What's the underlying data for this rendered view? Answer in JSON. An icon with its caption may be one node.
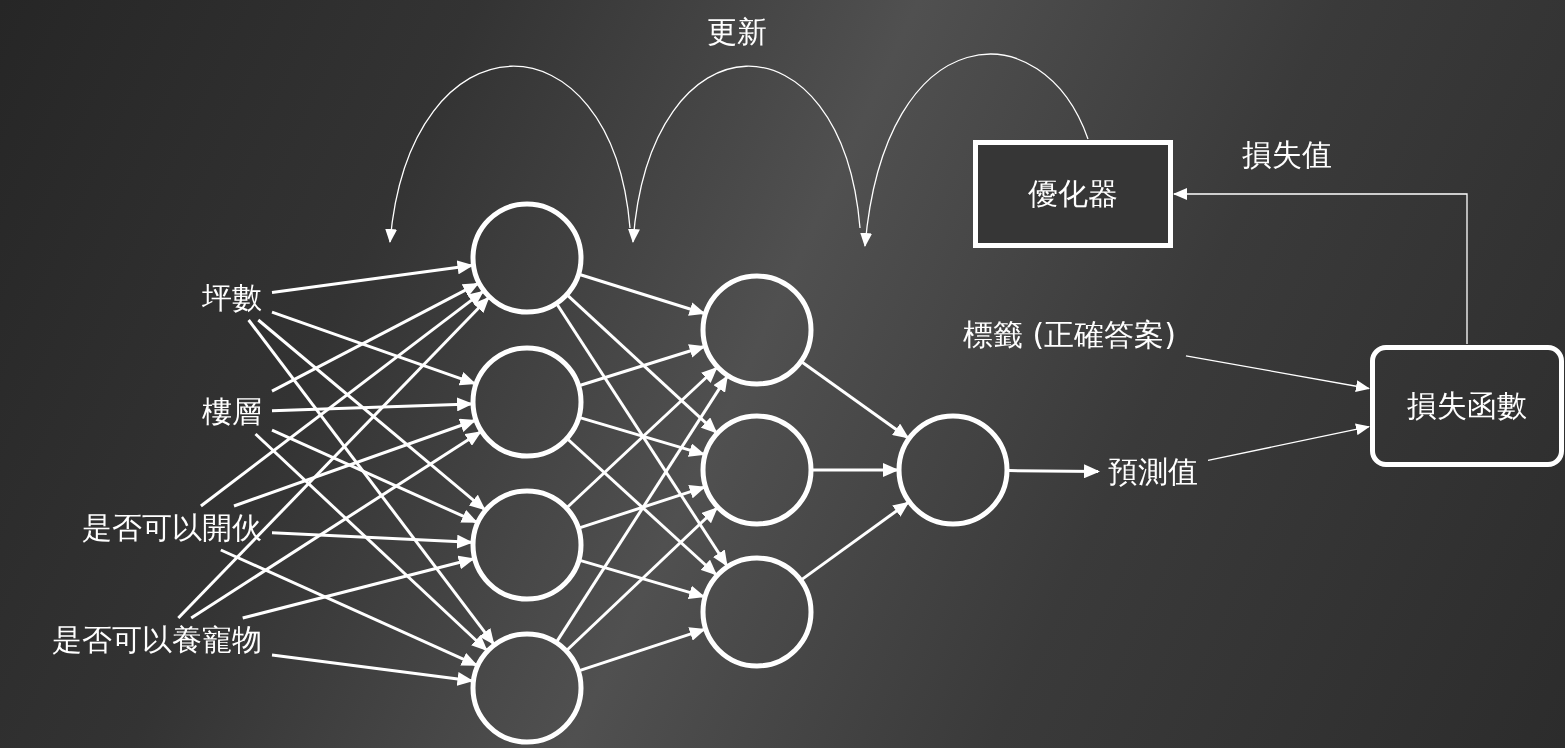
{
  "diagram": {
    "nodes": [
      {
        "text": [
          "坪數"
        ]
      },
      {
        "text": [
          "樓層"
        ]
      },
      {
        "text": [
          "是否可以開伙"
        ]
      },
      {
        "text": [
          "是否可以養寵物"
        ]
      },
      {
        "text": [],
        "shape": "circle"
      },
      {
        "text": [],
        "shape": "circle"
      },
      {
        "text": [],
        "shape": "circle"
      },
      {
        "text": [],
        "shape": "circle"
      },
      {
        "text": [],
        "shape": "circle"
      },
      {
        "text": [],
        "shape": "circle"
      },
      {
        "text": [],
        "shape": "circle"
      },
      {
        "text": [],
        "shape": "circle"
      },
      {
        "text": [
          "預測值"
        ]
      },
      {
        "text": [
          "標籤 (正確答案)"
        ]
      },
      {
        "text": [
          "損失函數"
        ]
      },
      {
        "text": [
          "優化器"
        ]
      }
    ],
    "edges": [
      {
        "from": 0,
        "to": 4,
        "arrow": "to"
      },
      {
        "from": 0,
        "to": 5,
        "arrow": "to"
      },
      {
        "from": 0,
        "to": 6,
        "arrow": "to"
      },
      {
        "from": 0,
        "to": 7,
        "arrow": "to"
      },
      {
        "from": 1,
        "to": 4,
        "arrow": "to"
      },
      {
        "from": 1,
        "to": 5,
        "arrow": "to"
      },
      {
        "from": 1,
        "to": 6,
        "arrow": "to"
      },
      {
        "from": 1,
        "to": 7,
        "arrow": "to"
      },
      {
        "from": 2,
        "to": 4,
        "arrow": "to"
      },
      {
        "from": 2,
        "to": 5,
        "arrow": "to"
      },
      {
        "from": 2,
        "to": 6,
        "arrow": "to"
      },
      {
        "from": 2,
        "to": 7,
        "arrow": "to"
      },
      {
        "from": 3,
        "to": 4,
        "arrow": "to"
      },
      {
        "from": 3,
        "to": 5,
        "arrow": "to"
      },
      {
        "from": 3,
        "to": 6,
        "arrow": "to"
      },
      {
        "from": 3,
        "to": 7,
        "arrow": "to"
      },
      {
        "from": 4,
        "to": 8,
        "arrow": "to"
      },
      {
        "from": 4,
        "to": 9,
        "arrow": "to"
      },
      {
        "from": 4,
        "to": 10,
        "arrow": "to"
      },
      {
        "from": 5,
        "to": 8,
        "arrow": "to"
      },
      {
        "from": 5,
        "to": 9,
        "arrow": "to"
      },
      {
        "from": 5,
        "to": 10,
        "arrow": "to"
      },
      {
        "from": 6,
        "to": 8,
        "arrow": "to"
      },
      {
        "from": 6,
        "to": 9,
        "arrow": "to"
      },
      {
        "from": 6,
        "to": 10,
        "arrow": "to"
      },
      {
        "from": 7,
        "to": 8,
        "arrow": "to"
      },
      {
        "from": 7,
        "to": 9,
        "arrow": "to"
      },
      {
        "from": 7,
        "to": 10,
        "arrow": "to"
      },
      {
        "from": 8,
        "to": 11,
        "arrow": "to"
      },
      {
        "from": 9,
        "to": 11,
        "arrow": "to"
      },
      {
        "from": 10,
        "to": 11,
        "arrow": "to"
      },
      {
        "from": 11,
        "to": 12,
        "arrow": "to"
      },
      {
        "from": 13,
        "to": 14,
        "arrow": "to"
      },
      {
        "from": 12,
        "to": 14,
        "arrow": "to"
      },
      {
        "from": 14,
        "to": 15,
        "arrow": "to",
        "label": "損失值"
      },
      {
        "from": 15,
        "to": null,
        "arrow": "to"
      }
    ],
    "labels": [
      "更新"
    ]
  }
}
